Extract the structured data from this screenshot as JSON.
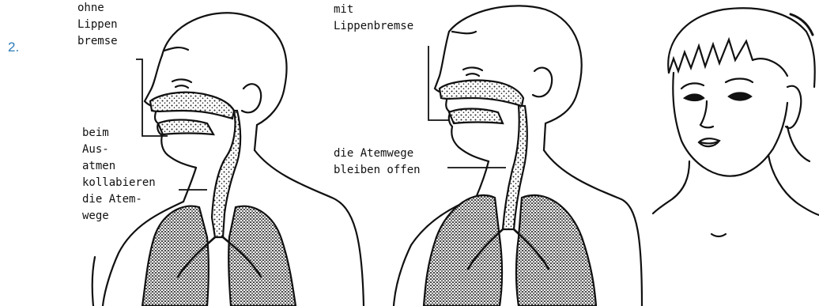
{
  "step_number": "2.",
  "left_figure": {
    "label_top": [
      "ohne",
      "Lippen",
      "bremse"
    ],
    "label_exhale": [
      "beim",
      "Aus-",
      "atmen",
      "kollabieren",
      "die Atem-",
      "wege"
    ]
  },
  "middle_figure": {
    "label_top": [
      "mit",
      "Lippenbremse"
    ],
    "label_airway": [
      "die Atemwege",
      "bleiben offen"
    ]
  },
  "colors": {
    "step": "#2b7bb9",
    "ink": "#111111",
    "background": "#ffffff"
  }
}
